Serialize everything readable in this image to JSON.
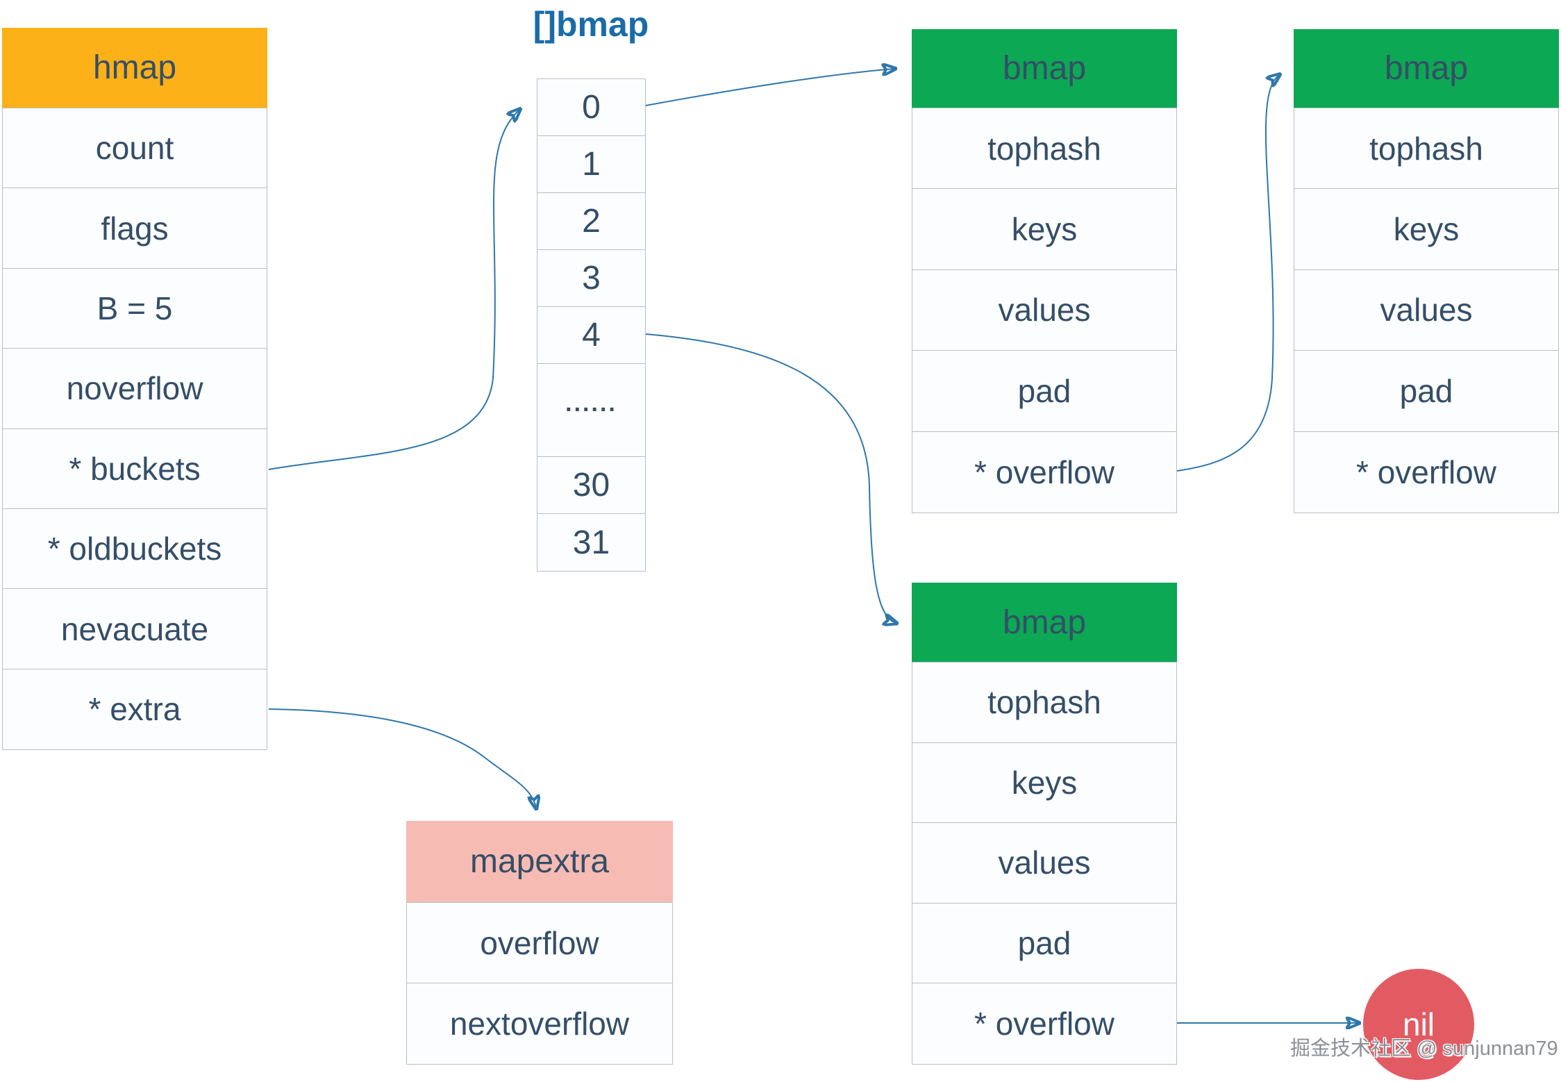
{
  "diagram": "go-hmap-structure",
  "colors": {
    "header_orange": "#FBB117",
    "header_green": "#0CA853",
    "header_pink": "#F6BBB3",
    "nil_red": "#E25B63",
    "title_blue": "#1A6CA8",
    "text_navy": "#344E68",
    "arrow_blue": "#2E77AB",
    "border_gray": "#B8BEC8"
  },
  "tables": {
    "hmap": {
      "title": "hmap",
      "rows": [
        "count",
        "flags",
        "B = 5",
        "noverflow",
        "* buckets",
        "* oldbuckets",
        "nevacuate",
        "* extra"
      ]
    },
    "array": {
      "title": "[]bmap",
      "cells": [
        "0",
        "1",
        "2",
        "3",
        "4",
        "......",
        "30",
        "31"
      ]
    },
    "bmap1": {
      "title": "bmap",
      "rows": [
        "tophash",
        "keys",
        "values",
        "pad",
        "* overflow"
      ]
    },
    "bmap2": {
      "title": "bmap",
      "rows": [
        "tophash",
        "keys",
        "values",
        "pad",
        "* overflow"
      ]
    },
    "bmap3": {
      "title": "bmap",
      "rows": [
        "tophash",
        "keys",
        "values",
        "pad",
        "* overflow"
      ]
    },
    "mapextra": {
      "title": "mapextra",
      "rows": [
        "overflow",
        "nextoverflow"
      ]
    }
  },
  "nil_node": {
    "label": "nil"
  },
  "watermark": {
    "text": "掘金技术社区 @ sunjunnan79"
  }
}
